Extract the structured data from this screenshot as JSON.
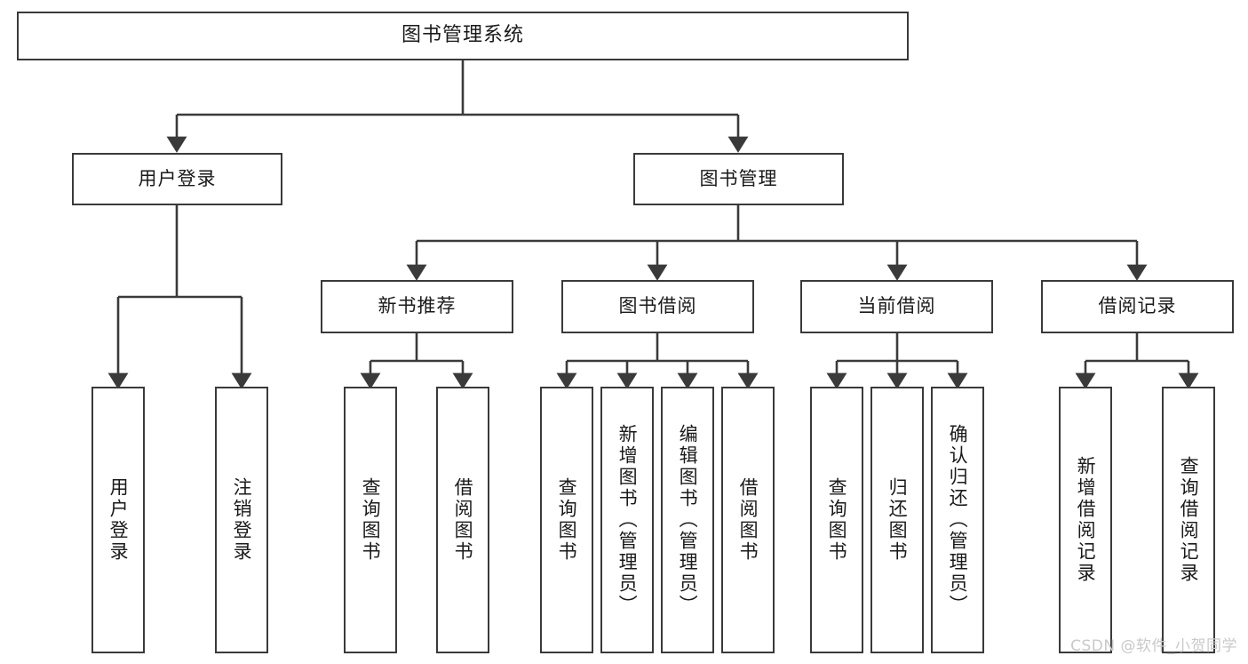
{
  "diagram": {
    "title": "图书管理系统",
    "type": "tree-hierarchy",
    "background_color": "#ffffff",
    "border_color": "#3a3a3a",
    "text_color": "#1a1a1a"
  },
  "root": {
    "label": "图书管理系统"
  },
  "level2": [
    {
      "label": "用户登录"
    },
    {
      "label": "图书管理"
    }
  ],
  "level3": [
    {
      "label": "新书推荐"
    },
    {
      "label": "图书借阅"
    },
    {
      "label": "当前借阅"
    },
    {
      "label": "借阅记录"
    }
  ],
  "leaves": {
    "user_login": [
      {
        "label": "用户登录"
      },
      {
        "label": "注销登录"
      }
    ],
    "new_book_recommend": [
      {
        "label": "查询图书"
      },
      {
        "label": "借阅图书"
      }
    ],
    "book_borrow": [
      {
        "label": "查询图书"
      },
      {
        "label": "新增图书（管理员）"
      },
      {
        "label": "编辑图书（管理员）"
      },
      {
        "label": "借阅图书"
      }
    ],
    "current_borrow": [
      {
        "label": "查询图书"
      },
      {
        "label": "归还图书"
      },
      {
        "label": "确认归还（管理员）"
      }
    ],
    "borrow_record": [
      {
        "label": "新增借阅记录"
      },
      {
        "label": "查询借阅记录"
      }
    ]
  },
  "watermark": {
    "text": "CSDN @软件_小贺同学"
  }
}
